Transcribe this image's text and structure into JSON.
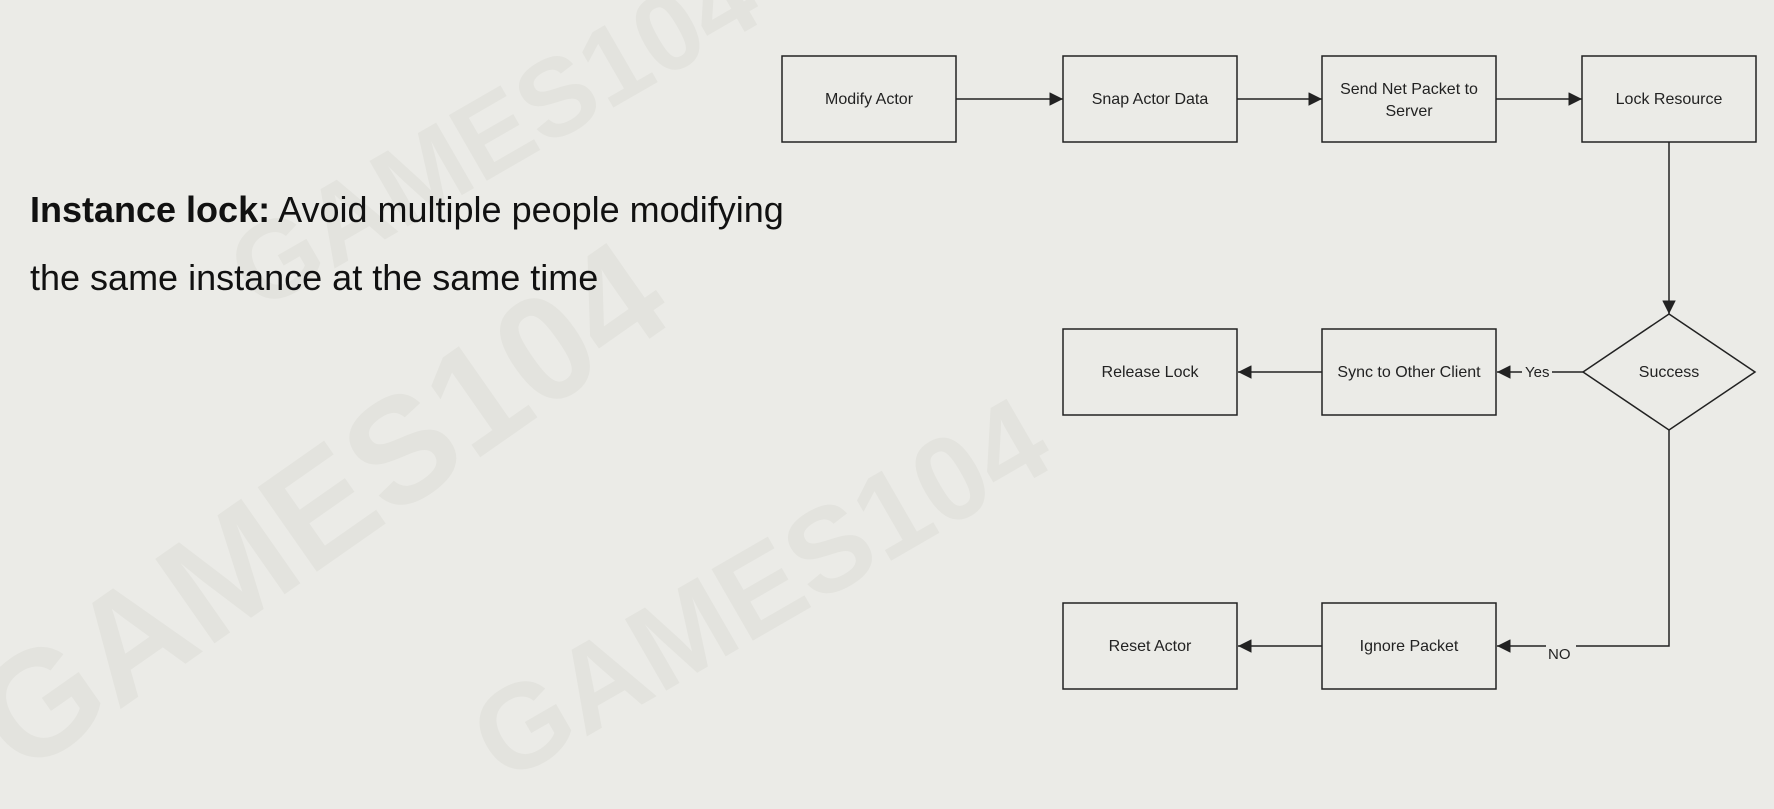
{
  "watermark_text": "GAMES104",
  "description": {
    "bold": "Instance lock:",
    "rest": " Avoid multiple people modifying the same instance at the same time"
  },
  "flow": {
    "modify_actor": "Modify Actor",
    "snap_actor_data": "Snap Actor Data",
    "send_net_packet": [
      "Send Net Packet to",
      "Server"
    ],
    "lock_resource": "Lock Resource",
    "success": "Success",
    "sync_other_client": "Sync to Other Client",
    "release_lock": "Release Lock",
    "ignore_packet": "Ignore Packet",
    "reset_actor": "Reset Actor",
    "yes_label": "Yes",
    "no_label": "NO"
  }
}
